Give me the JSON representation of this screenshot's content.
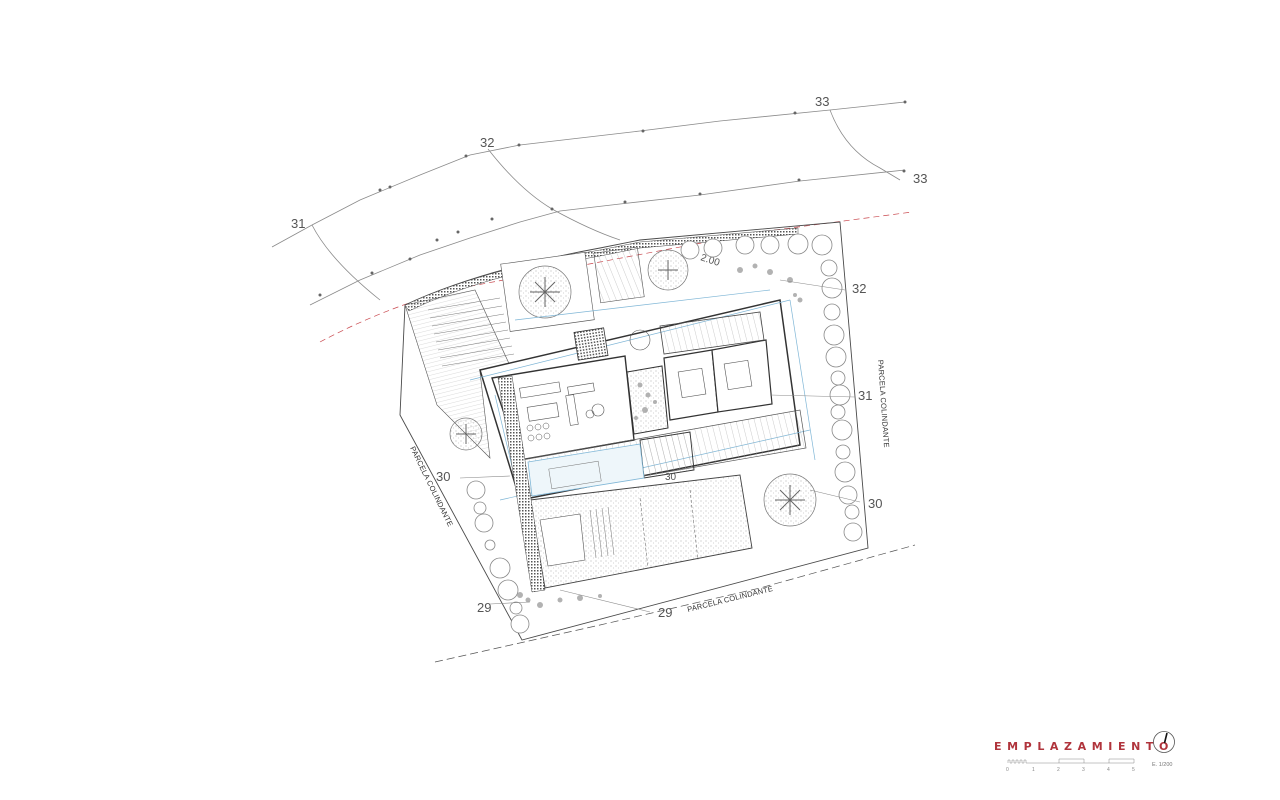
{
  "drawing": {
    "title": "EMPLAZAMIENTO",
    "scale_label": "E. 1/200",
    "scale_bar_ticks": [
      "0",
      "1",
      "2",
      "3",
      "4",
      "5"
    ],
    "north_arrow": "north-arrow-icon",
    "annotation_dimension": "2.00",
    "colors": {
      "title": "#b0343c",
      "lines": "#4a4a4a",
      "contours": "#8a8a8a",
      "blue_guides": "#7fb6d6",
      "red_dashed": "#c9484e",
      "vegetation": "#9a9a9a"
    }
  },
  "contours": [
    {
      "label": "31",
      "position": "upper-left"
    },
    {
      "label": "32",
      "position": "upper-middle"
    },
    {
      "label": "33",
      "position": "upper-right-top"
    },
    {
      "label": "33",
      "position": "upper-right-lower"
    },
    {
      "label": "32",
      "position": "right-upper"
    },
    {
      "label": "31",
      "position": "right-middle"
    },
    {
      "label": "30",
      "position": "right-lower"
    },
    {
      "label": "30",
      "position": "left-middle"
    },
    {
      "label": "29",
      "position": "left-lower"
    },
    {
      "label": "29",
      "position": "bottom-middle"
    }
  ],
  "parcels": {
    "right": "PARCELA COLINDANTE",
    "left": "PARCELA COLINDANTE",
    "bottom": "PARCELA COLINDANTE"
  },
  "internal_levels": [
    {
      "label": "30",
      "position": "patio"
    }
  ]
}
